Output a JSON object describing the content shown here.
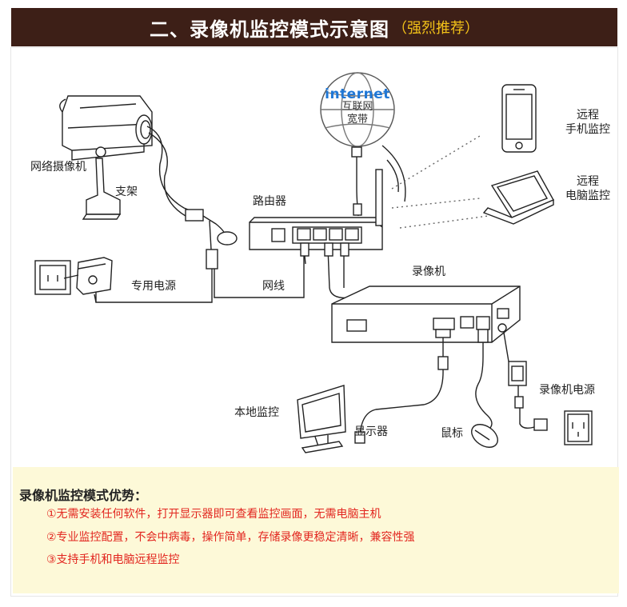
{
  "header": {
    "title": "二、录像机监控模式示意图",
    "subtitle": "（强烈推荐）"
  },
  "diagram": {
    "internet": {
      "en": "internet",
      "line1": "互联网",
      "line2": "宽带"
    },
    "labels": {
      "camera": "网络摄像机",
      "bracket": "支架",
      "router": "路由器",
      "power": "专用电源",
      "network_cable": "网线",
      "nvr": "录像机",
      "nvr_power": "录像机电源",
      "monitor_local": "本地监控",
      "display": "显示器",
      "mouse": "鼠标",
      "remote_phone_1": "远程",
      "remote_phone_2": "手机监控",
      "remote_pc_1": "远程",
      "remote_pc_2": "电脑监控"
    }
  },
  "advantages": {
    "title": "录像机监控模式优势：",
    "items": [
      "①无需安装任何软件，打开显示器即可查看监控画面，无需电脑主机",
      "②专业监控配置，不会中病毒，操作简单，存储录像更稳定清晰，兼容性强",
      "③支持手机和电脑远程监控"
    ]
  },
  "colors": {
    "header_bg": "#3d1f17",
    "subtitle": "#f3c218",
    "advantage_text": "#e2261f",
    "internet_text": "#1f77d6",
    "advantage_bg": "#fdf9d8"
  }
}
